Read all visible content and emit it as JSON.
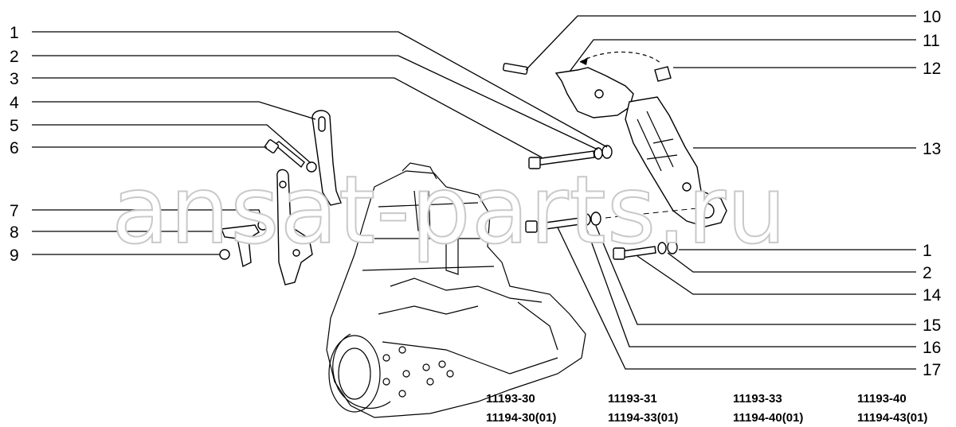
{
  "callouts_left": [
    "1",
    "2",
    "3",
    "4",
    "5",
    "6",
    "7",
    "8",
    "9"
  ],
  "callouts_right": [
    "10",
    "11",
    "12",
    "13",
    "1",
    "2",
    "14",
    "15",
    "16",
    "17"
  ],
  "watermark": "ansat-parts.ru",
  "part_codes": [
    {
      "top": "11193-30",
      "bottom": "11194-30(01)"
    },
    {
      "top": "11193-31",
      "bottom": "11194-33(01)"
    },
    {
      "top": "11193-33",
      "bottom": "11194-40(01)"
    },
    {
      "top": "11193-40",
      "bottom": "11194-43(01)"
    }
  ]
}
